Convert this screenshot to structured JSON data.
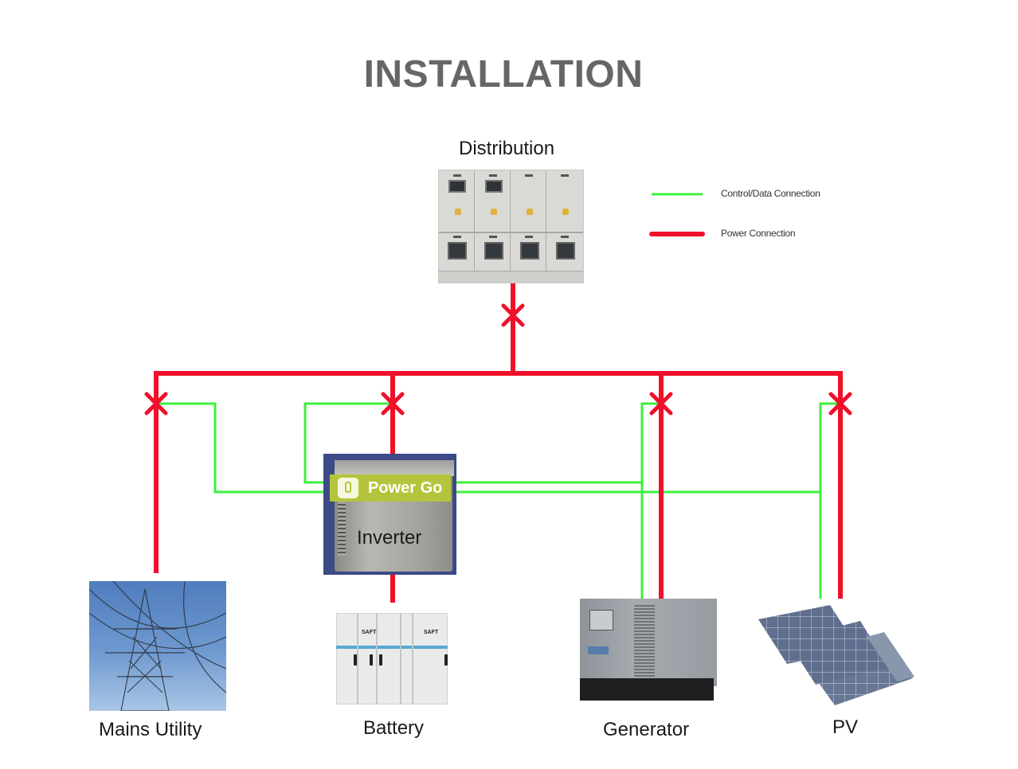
{
  "title": "INSTALLATION",
  "legend": {
    "items": [
      {
        "label": "Control/Data Connection",
        "color": "#3cf03c",
        "kind": "control"
      },
      {
        "label": "Power Connection",
        "color": "#f0102a",
        "kind": "power"
      }
    ]
  },
  "nodes": {
    "distribution": {
      "label": "Distribution"
    },
    "inverter": {
      "badge": "Power Go",
      "label": "Inverter"
    },
    "mains": {
      "label": "Mains Utility"
    },
    "battery": {
      "label": "Battery",
      "brand": "SAFT"
    },
    "generator": {
      "label": "Generator"
    },
    "pv": {
      "label": "PV"
    }
  },
  "colors": {
    "power": "#f0102a",
    "control": "#3cf03c",
    "title": "#666666",
    "inverter_bg": "#3c4a86",
    "badge": "#b5c43c"
  }
}
